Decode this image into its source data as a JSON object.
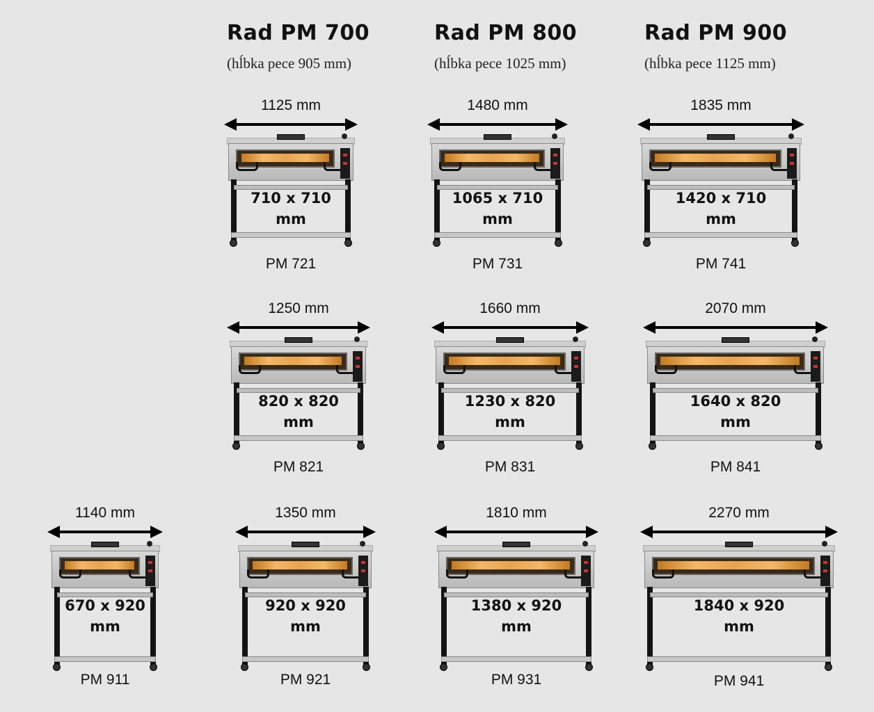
{
  "columns": [
    {
      "title": "Rad PM 700",
      "subtitle": "(hĺbka pece 905 mm)"
    },
    {
      "title": "Rad PM 800",
      "subtitle": "(hĺbka pece 1025 mm)"
    },
    {
      "title": "Rad PM 900",
      "subtitle": "(hĺbka pece 1125 mm)"
    }
  ],
  "ovens": [
    {
      "width": "1125 mm",
      "dim1": "710 x 710",
      "dim2": "mm",
      "model": "PM 721"
    },
    {
      "width": "1480 mm",
      "dim1": "1065 x 710",
      "dim2": "mm",
      "model": "PM 731"
    },
    {
      "width": "1835 mm",
      "dim1": "1420 x 710",
      "dim2": "mm",
      "model": "PM 741"
    },
    {
      "width": "1250 mm",
      "dim1": "820 x 820",
      "dim2": "mm",
      "model": "PM 821"
    },
    {
      "width": "1660 mm",
      "dim1": "1230 x 820",
      "dim2": "mm",
      "model": "PM 831"
    },
    {
      "width": "2070 mm",
      "dim1": "1640 x 820",
      "dim2": "mm",
      "model": "PM 841"
    },
    {
      "width": "1140 mm",
      "dim1": "670 x 920",
      "dim2": "mm",
      "model": "PM 911"
    },
    {
      "width": "1350 mm",
      "dim1": "920 x 920",
      "dim2": "mm",
      "model": "PM 921"
    },
    {
      "width": "1810 mm",
      "dim1": "1380 x 920",
      "dim2": "mm",
      "model": "PM 931"
    },
    {
      "width": "2270 mm",
      "dim1": "1840 x 920",
      "dim2": "mm",
      "model": "PM 941"
    }
  ]
}
